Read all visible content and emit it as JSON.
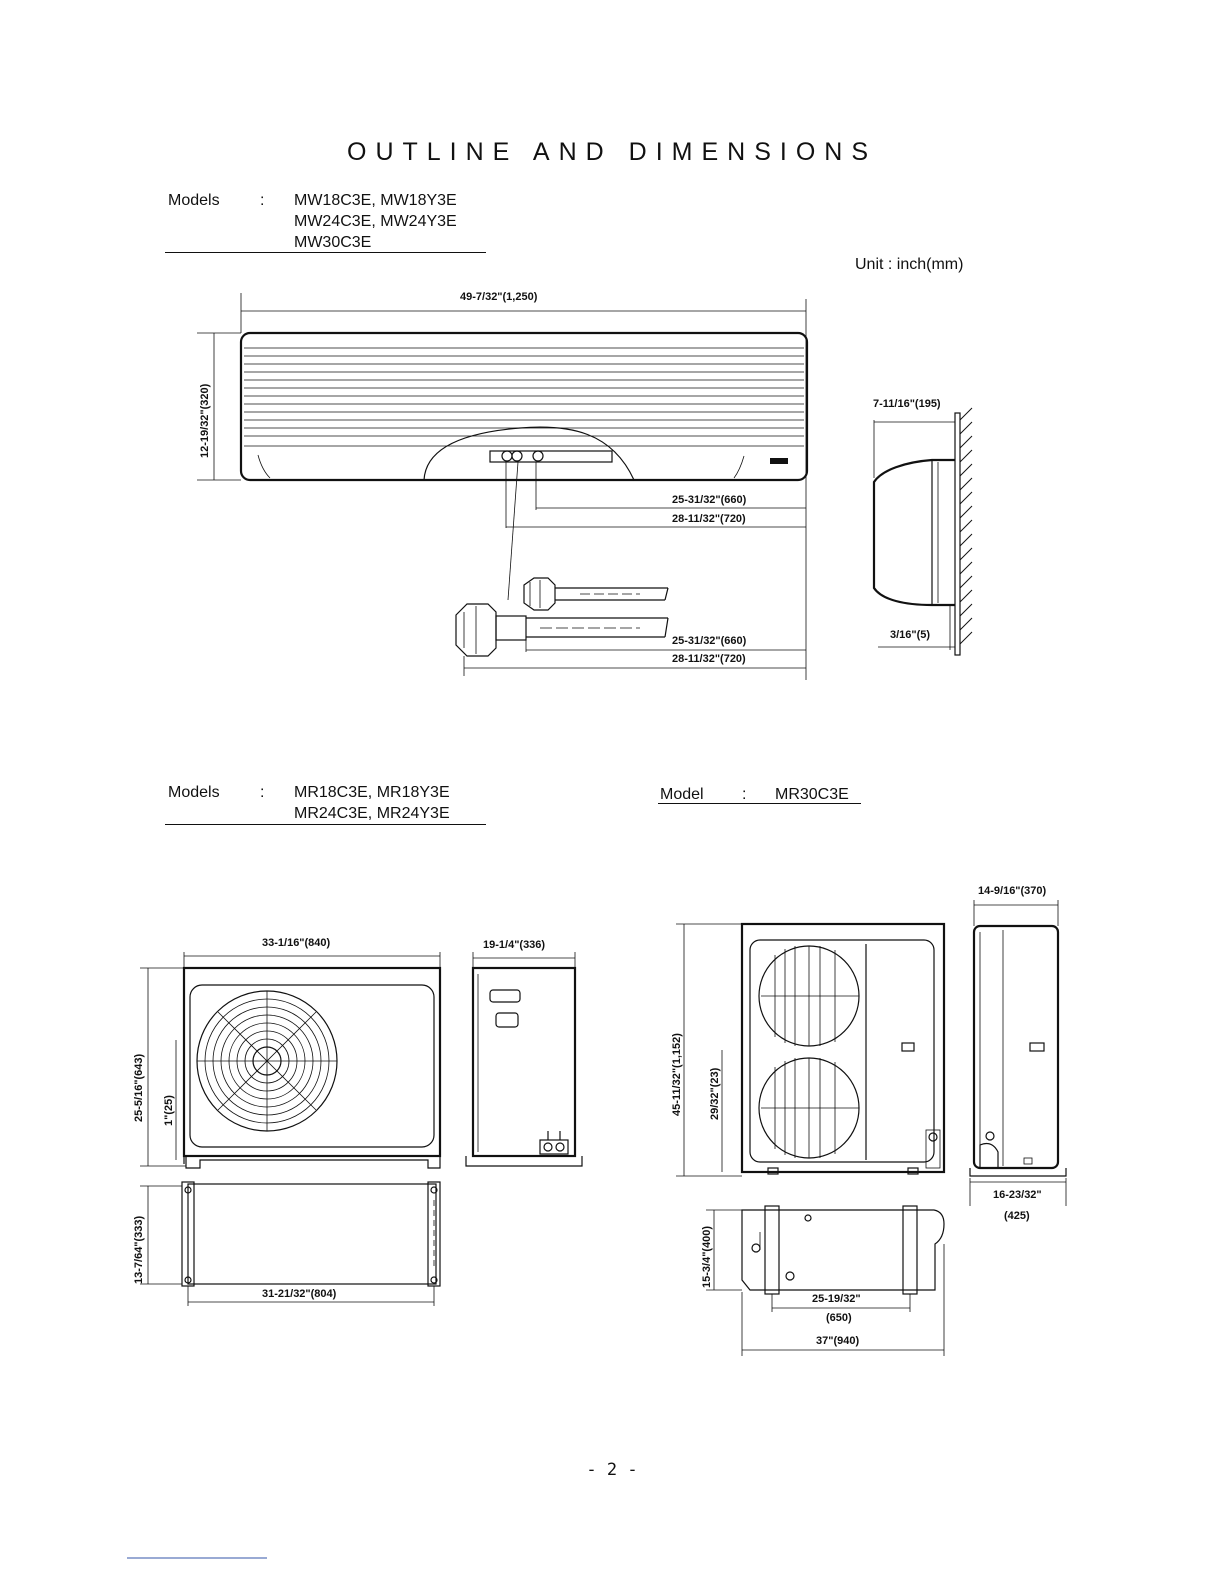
{
  "page_title": "OUTLINE AND DIMENSIONS",
  "unit_label": "Unit : inch(mm)",
  "page_number": "- 2 -",
  "sections": {
    "indoor": {
      "label": "Models",
      "colon": ":",
      "models": [
        "MW18C3E, MW18Y3E",
        "MW24C3E, MW24Y3E",
        "MW30C3E"
      ]
    },
    "outdoor_small": {
      "label": "Models",
      "colon": ":",
      "models": [
        "MR18C3E, MR18Y3E",
        "MR24C3E, MR24Y3E"
      ]
    },
    "outdoor_large": {
      "label": "Model",
      "colon": ":",
      "models": [
        "MR30C3E"
      ]
    }
  },
  "dimensions": {
    "indoor_width": "49-7/32\"(1,250)",
    "indoor_height": "12-19/32\"(320)",
    "indoor_depth": "7-11/16\"(195)",
    "indoor_wall_gap": "3/16\"(5)",
    "pipe_1": "25-31/32\"(660)",
    "pipe_2": "28-11/32\"(720)",
    "pipe_3": "25-31/32\"(660)",
    "pipe_4": "28-11/32\"(720)",
    "os_width": "33-1/16\"(840)",
    "os_depth": "19-1/4\"(336)",
    "os_height": "25-5/16\"(643)",
    "os_foot": "1\"(25)",
    "os_base_depth": "13-7/64\"(333)",
    "os_base_width": "31-21/32\"(804)",
    "ol_side_width": "14-9/16\"(370)",
    "ol_height": "45-11/32\"(1,152)",
    "ol_foot": "29/32\"(23)",
    "ol_side_base_a": "16-23/32\"",
    "ol_side_base_b": "(425)",
    "ol_base_depth": "15-3/4\"(400)",
    "ol_base_span_a": "25-19/32\"",
    "ol_base_span_b": "(650)",
    "ol_base_width": "37\"(940)"
  }
}
